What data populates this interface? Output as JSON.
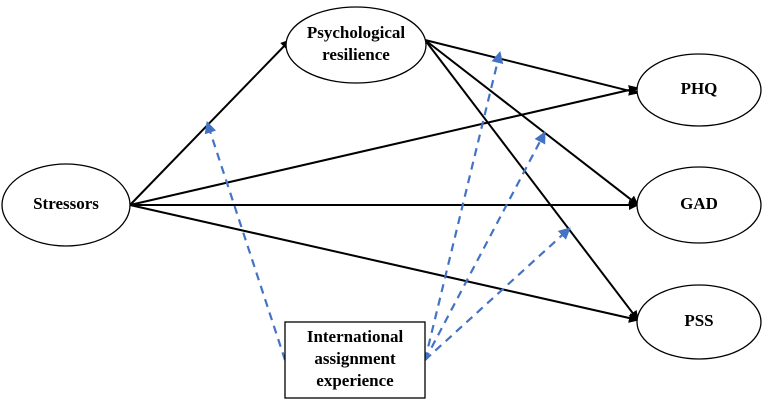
{
  "nodes": {
    "stressors": "Stressors",
    "resilience_line1": "Psychological",
    "resilience_line2": "resilience",
    "phq": "PHQ",
    "gad": "GAD",
    "pss": "PSS",
    "moderator_line1": "International",
    "moderator_line2": "assignment",
    "moderator_line3": "experience"
  },
  "colors": {
    "solid_path": "#000000",
    "moderation_path": "#4472C4"
  }
}
